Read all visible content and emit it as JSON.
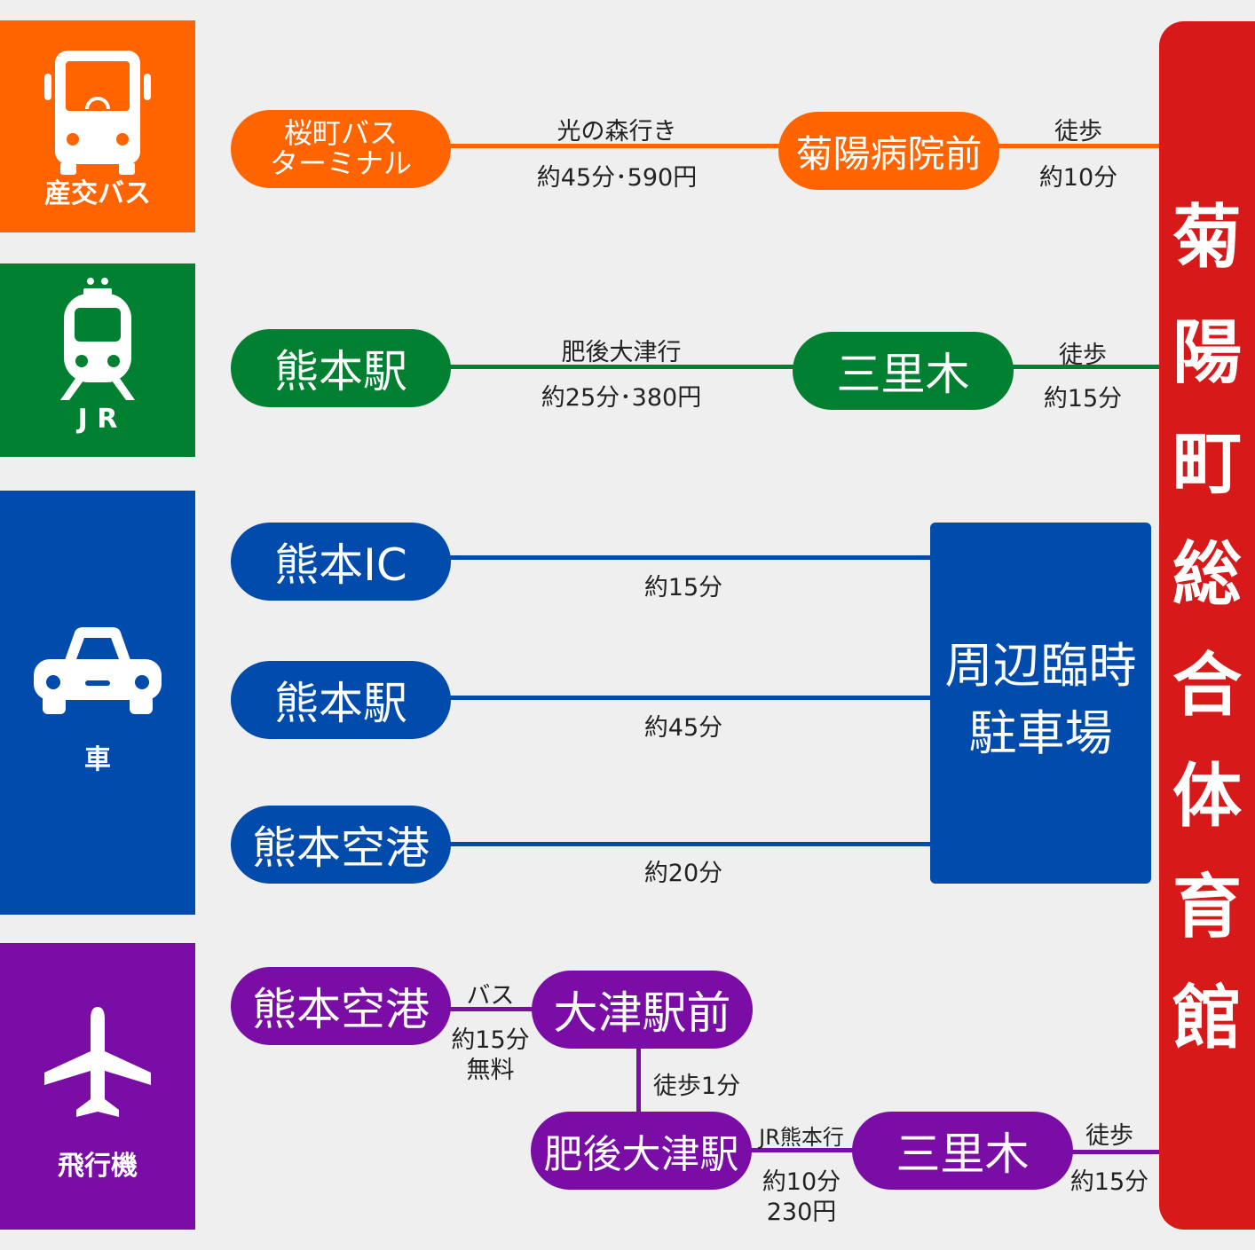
{
  "destination": {
    "name": [
      "菊",
      "陽",
      "町",
      "総",
      "合",
      "体",
      "育",
      "館"
    ]
  },
  "bus": {
    "mode_label": "産交バス",
    "icon": "bus-icon",
    "color": "#ff6400",
    "start": [
      "桜町バス",
      "ターミナル"
    ],
    "route": "光の森行き",
    "time_fare": "約45分･590円",
    "stop": "菊陽病院前",
    "walk": "徒歩",
    "walk_time": "約10分"
  },
  "jr": {
    "mode_label": "J R",
    "icon": "train-icon",
    "color": "#008030",
    "start": "熊本駅",
    "route": "肥後大津行",
    "time_fare": "約25分･380円",
    "stop": "三里木",
    "walk": "徒歩",
    "walk_time": "約15分"
  },
  "car": {
    "mode_label": "車",
    "icon": "car-icon",
    "color": "#004bab",
    "routes": [
      {
        "from": "熊本IC",
        "time": "約15分"
      },
      {
        "from": "熊本駅",
        "time": "約45分"
      },
      {
        "from": "熊本空港",
        "time": "約20分"
      }
    ],
    "parking": [
      "周辺臨時",
      "駐車場"
    ]
  },
  "plane": {
    "mode_label": "飛行機",
    "icon": "airplane-icon",
    "color": "#7a0da6",
    "start": "熊本空港",
    "bus_label": "バス",
    "bus_time": "約15分",
    "bus_fare": "無料",
    "transfer": "大津駅前",
    "walk_transfer": "徒歩1分",
    "station": "肥後大津駅",
    "train_route": "JR熊本行",
    "train_time": "約10分",
    "train_fare": "230円",
    "stop": "三里木",
    "walk": "徒歩",
    "walk_time": "約15分"
  }
}
